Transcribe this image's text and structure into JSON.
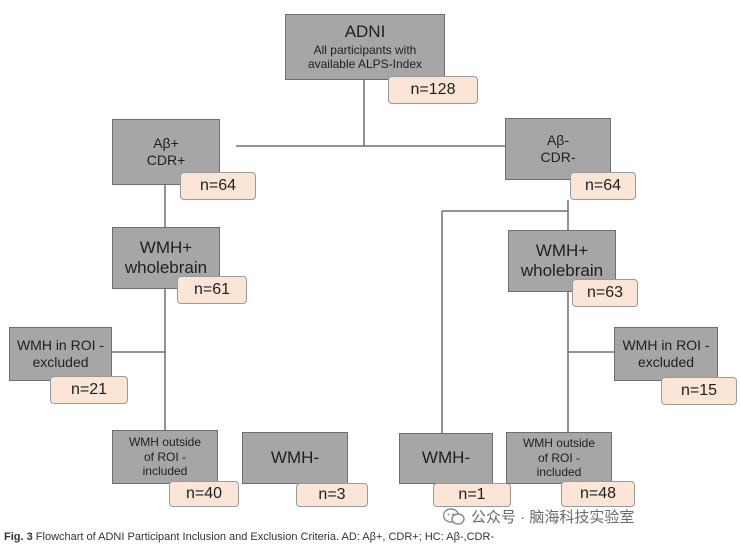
{
  "nodes": {
    "adni": {
      "title": "ADNI",
      "line1": "All participants with",
      "line2": "available ALPS-Index",
      "count": "n=128"
    },
    "abeta_pos": {
      "line1": "Aβ+",
      "line2": "CDR+",
      "count": "n=64"
    },
    "abeta_neg": {
      "line1": "Aβ-",
      "line2": "CDR-",
      "count": "n=64"
    },
    "wmh_pos_left": {
      "line1": "WMH+",
      "line2": "wholebrain",
      "count": "n=61"
    },
    "wmh_pos_right": {
      "line1": "WMH+",
      "line2": "wholebrain",
      "count": "n=63"
    },
    "roi_excl_left": {
      "line1": "WMH in ROI -",
      "line2": "excluded",
      "count": "n=21"
    },
    "roi_excl_right": {
      "line1": "WMH in ROI -",
      "line2": "excluded",
      "count": "n=15"
    },
    "outside_left": {
      "line1": "WMH outside",
      "line2": "of ROI -",
      "line3": "included",
      "count": "n=40"
    },
    "wmh_neg_left": {
      "label": "WMH-",
      "count": "n=3"
    },
    "wmh_neg_right": {
      "label": "WMH-",
      "count": "n=1"
    },
    "outside_right": {
      "line1": "WMH outside",
      "line2": "of ROI -",
      "line3": "included",
      "count": "n=48"
    }
  },
  "caption": {
    "label": "Fig. 3",
    "text": "Flowchart of ADNI Participant Inclusion and Exclusion Criteria. AD: Aβ+, CDR+; HC: Aβ-,CDR-"
  },
  "watermark": {
    "text": "公众号 · 脑海科技实验室"
  },
  "colors": {
    "box": "#a6a6a6",
    "count_box": "#fbe5d6",
    "line": "#6e6e6e"
  }
}
